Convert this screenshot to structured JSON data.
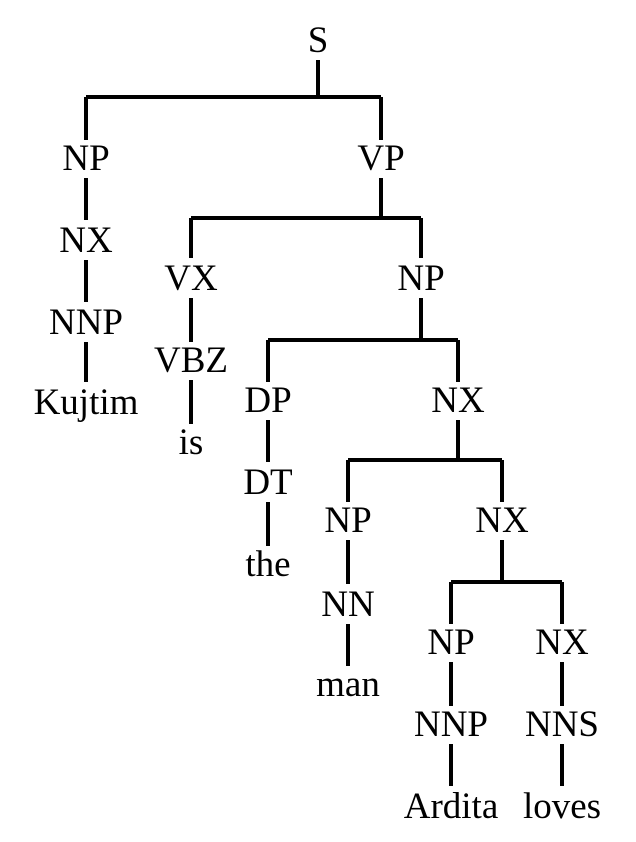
{
  "tree": {
    "nodes": {
      "s": "S",
      "np1": "NP",
      "nx1": "NX",
      "nnp1": "NNP",
      "w_kujtim": "Kujtim",
      "vp": "VP",
      "vx": "VX",
      "vbz": "VBZ",
      "w_is": "is",
      "np2": "NP",
      "dp": "DP",
      "dt": "DT",
      "w_the": "the",
      "nx2": "NX",
      "np3": "NP",
      "nn": "NN",
      "w_man": "man",
      "nx3": "NX",
      "np4": "NP",
      "nnp2": "NNP",
      "w_ardita": "Ardita",
      "nx4": "NX",
      "nns": "NNS",
      "w_loves": "loves"
    }
  }
}
